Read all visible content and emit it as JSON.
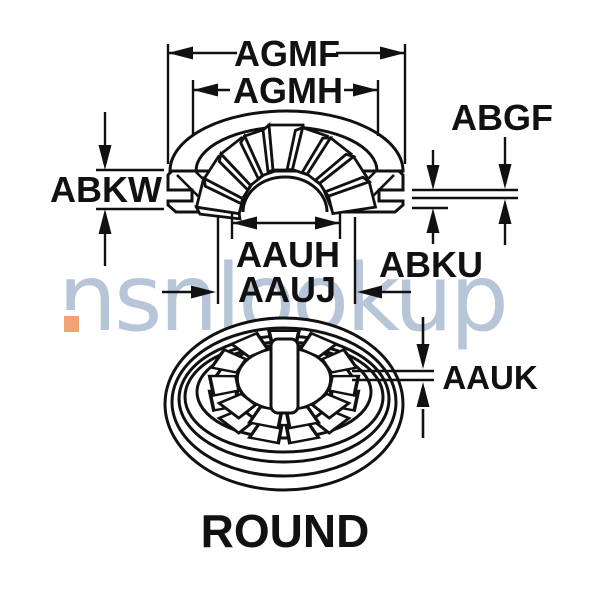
{
  "labels": {
    "agmf": "AGMF",
    "agmh": "AGMH",
    "abkw": "ABKW",
    "abgf": "ABGF",
    "abku": "ABKU",
    "aauh": "AAUH",
    "aauj": "AAUJ",
    "aauk": "AAUK",
    "shape": "ROUND"
  },
  "watermark": {
    "text": "nsnlookup",
    "color": "#b7c5d9",
    "accent_color": "#f0a474"
  },
  "colors": {
    "line": "#111111",
    "background": "#ffffff"
  }
}
